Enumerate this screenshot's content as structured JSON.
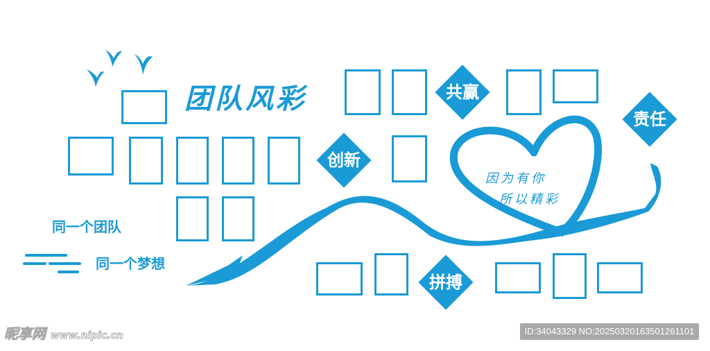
{
  "title": "团队风彩",
  "diamonds": [
    "共赢",
    "创新",
    "责任",
    "拼搏"
  ],
  "slogans": [
    "同一个团队",
    "同一个梦想"
  ],
  "heart_text": [
    "因为有你",
    "所以精彩"
  ],
  "watermark": {
    "logo": "昵享网",
    "url": "www.nipic.cn"
  },
  "image_id": "ID:34043329 NO:20250320163501261101",
  "colors": {
    "accent": "#1a9ad6",
    "id_bg": "#a9a9a9"
  }
}
